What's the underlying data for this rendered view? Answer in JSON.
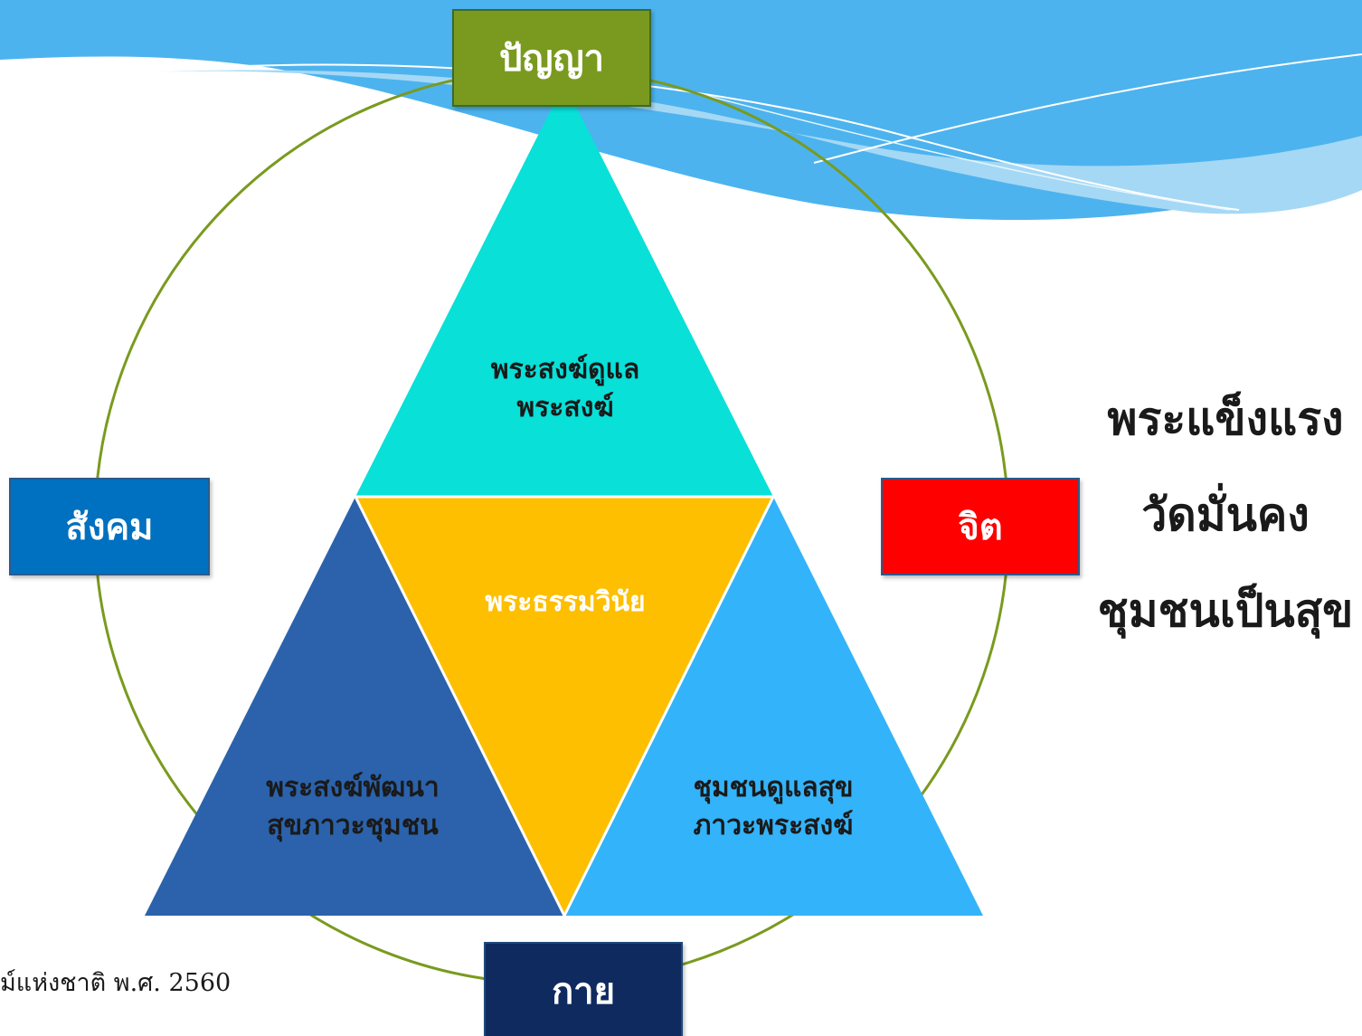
{
  "colors": {
    "circle_stroke": "#7a9a1f",
    "top_triangle": "#08e0d8",
    "center_triangle": "#fdbf00",
    "left_triangle": "#2b62ab",
    "right_triangle": "#33b3fa",
    "node_top": "#7a9a1f",
    "node_left": "#0070c0",
    "node_right": "#ff0000",
    "node_bottom": "#0f2a5f",
    "banner_light": "#a5d8f5",
    "banner_dark": "#4db3ee"
  },
  "nodes": {
    "top": "ปัญญา",
    "left": "สังคม",
    "right": "จิต",
    "bottom": "กาย"
  },
  "triangles": {
    "top_line1": "พระสงฆ์ดูแล",
    "top_line2": "พระสงฆ์",
    "center": "พระธรรมวินัย",
    "left_line1": "พระสงฆ์พัฒนา",
    "left_line2": "สุขภาวะชุมชน",
    "right_line1": "ชุมชนดูแลสุข",
    "right_line2": "ภาวะพระสงฆ์"
  },
  "slogan": {
    "line1": "พระแข็งแรง",
    "line2": "วัดมั่นคง",
    "line3": "ชุมชนเป็นสุข"
  },
  "footnote": "ม์แห่งชาติ พ.ศ. 2560"
}
